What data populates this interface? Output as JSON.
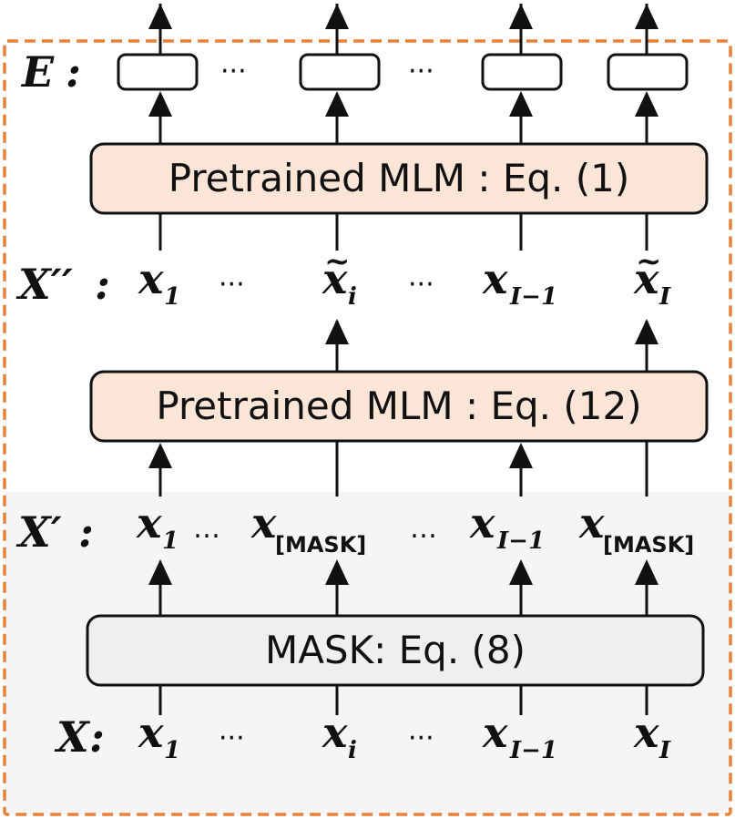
{
  "labels": {
    "E": "E",
    "colon": ":",
    "Xpp": "X′′",
    "Xp": "X′",
    "X": "X"
  },
  "boxes": {
    "mlm1": "Pretrained MLM : Eq. (1)",
    "mlm12": "Pretrained MLM : Eq. (12)",
    "mask": "MASK: Eq. (8)"
  },
  "tokens": {
    "x": "x",
    "sub1": "1",
    "subi": "i",
    "subIminus1": "I−1",
    "subI": "I",
    "subMASK": "[MASK]",
    "tilde": "~",
    "ellipsis": "···",
    "ellipsis_small": "…"
  },
  "colors": {
    "border_dashed": "#e8813a",
    "mlm_fill": "#fbe5d6",
    "mask_fill": "#efefef",
    "bottom_panel": "#f5f5f5",
    "stroke": "#111111"
  }
}
